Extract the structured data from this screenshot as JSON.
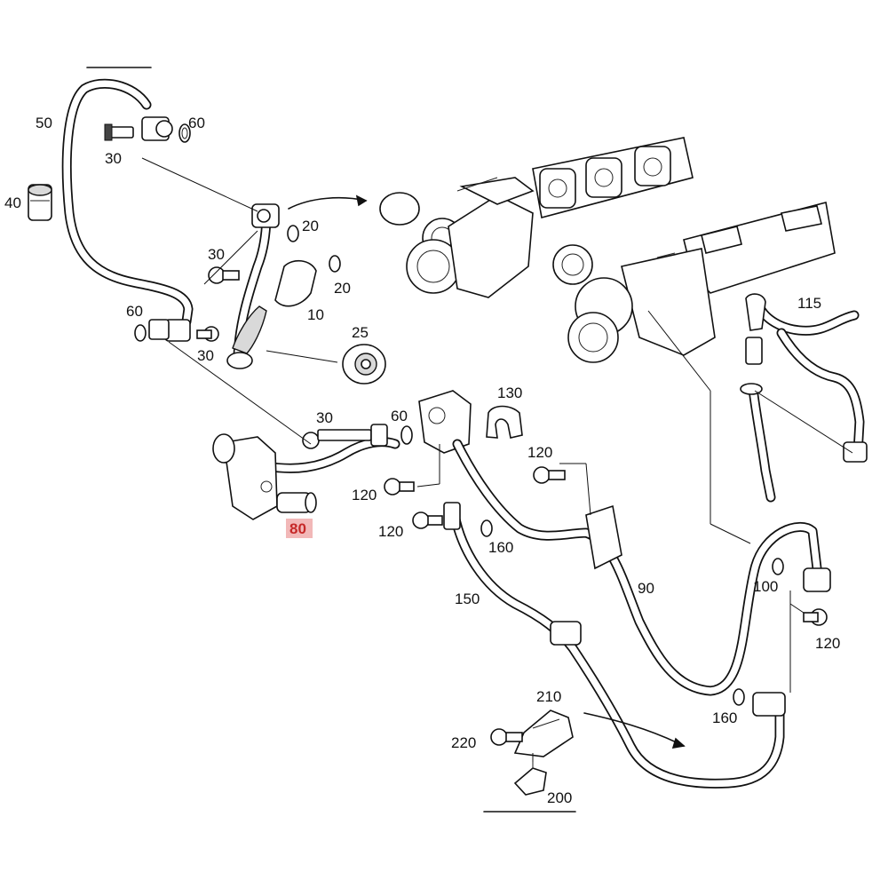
{
  "labels": {
    "l50": "50",
    "l60a": "60",
    "l30a": "30",
    "l40": "40",
    "l20a": "20",
    "l30b": "30",
    "l20b": "20",
    "l10": "10",
    "l60b": "60",
    "l30c": "30",
    "l25": "25",
    "l30d": "30",
    "l60c": "60",
    "l130": "130",
    "l120a": "120",
    "l120b": "120",
    "l120c": "120",
    "l80": "80",
    "l160a": "160",
    "l150": "150",
    "l90": "90",
    "l115": "115",
    "l100": "100",
    "l120d": "120",
    "l210": "210",
    "l160b": "160",
    "l220": "220",
    "l200": "200"
  },
  "highlight": {
    "part_number": "80",
    "color": "#c62828",
    "background": "#f2b8b8"
  }
}
